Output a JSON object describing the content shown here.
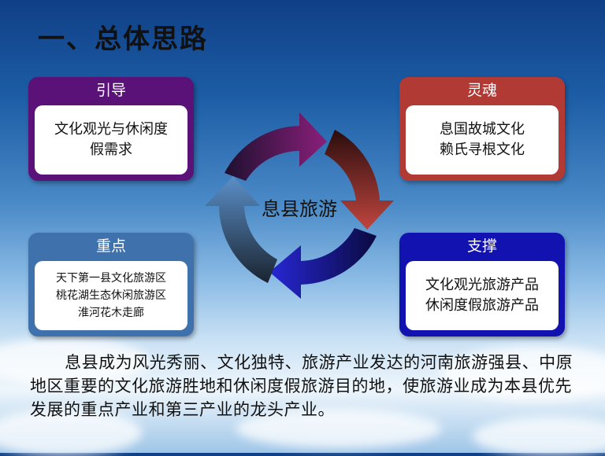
{
  "title": "一、总体思路",
  "center": "息县旅游",
  "boxes": {
    "top_left": {
      "head": "引导",
      "lines": [
        "文化观光与休闲度",
        "假需求"
      ]
    },
    "top_right": {
      "head": "灵魂",
      "lines": [
        "息国故城文化",
        "赖氏寻根文化"
      ]
    },
    "bottom_left": {
      "head": "重点",
      "lines": [
        "天下第一县文化旅游区",
        "桃花湖生态休闲旅游区",
        "淮河花木走廊"
      ]
    },
    "bottom_right": {
      "head": "支撑",
      "lines": [
        "文化观光旅游产品",
        "休闲度假旅游产品"
      ]
    }
  },
  "paragraph": "息县成为风光秀丽、文化独特、旅游产业发达的河南旅游强县、中原地区重要的文化旅游胜地和休闲度假旅游目的地，使旅游业成为本县优先发展的重点产业和第三产业的龙头产业。",
  "colors": {
    "top_left": "#5a1178",
    "top_right": "#b23a34",
    "bottom_left": "#3f72ad",
    "bottom_right": "#1212b0"
  }
}
